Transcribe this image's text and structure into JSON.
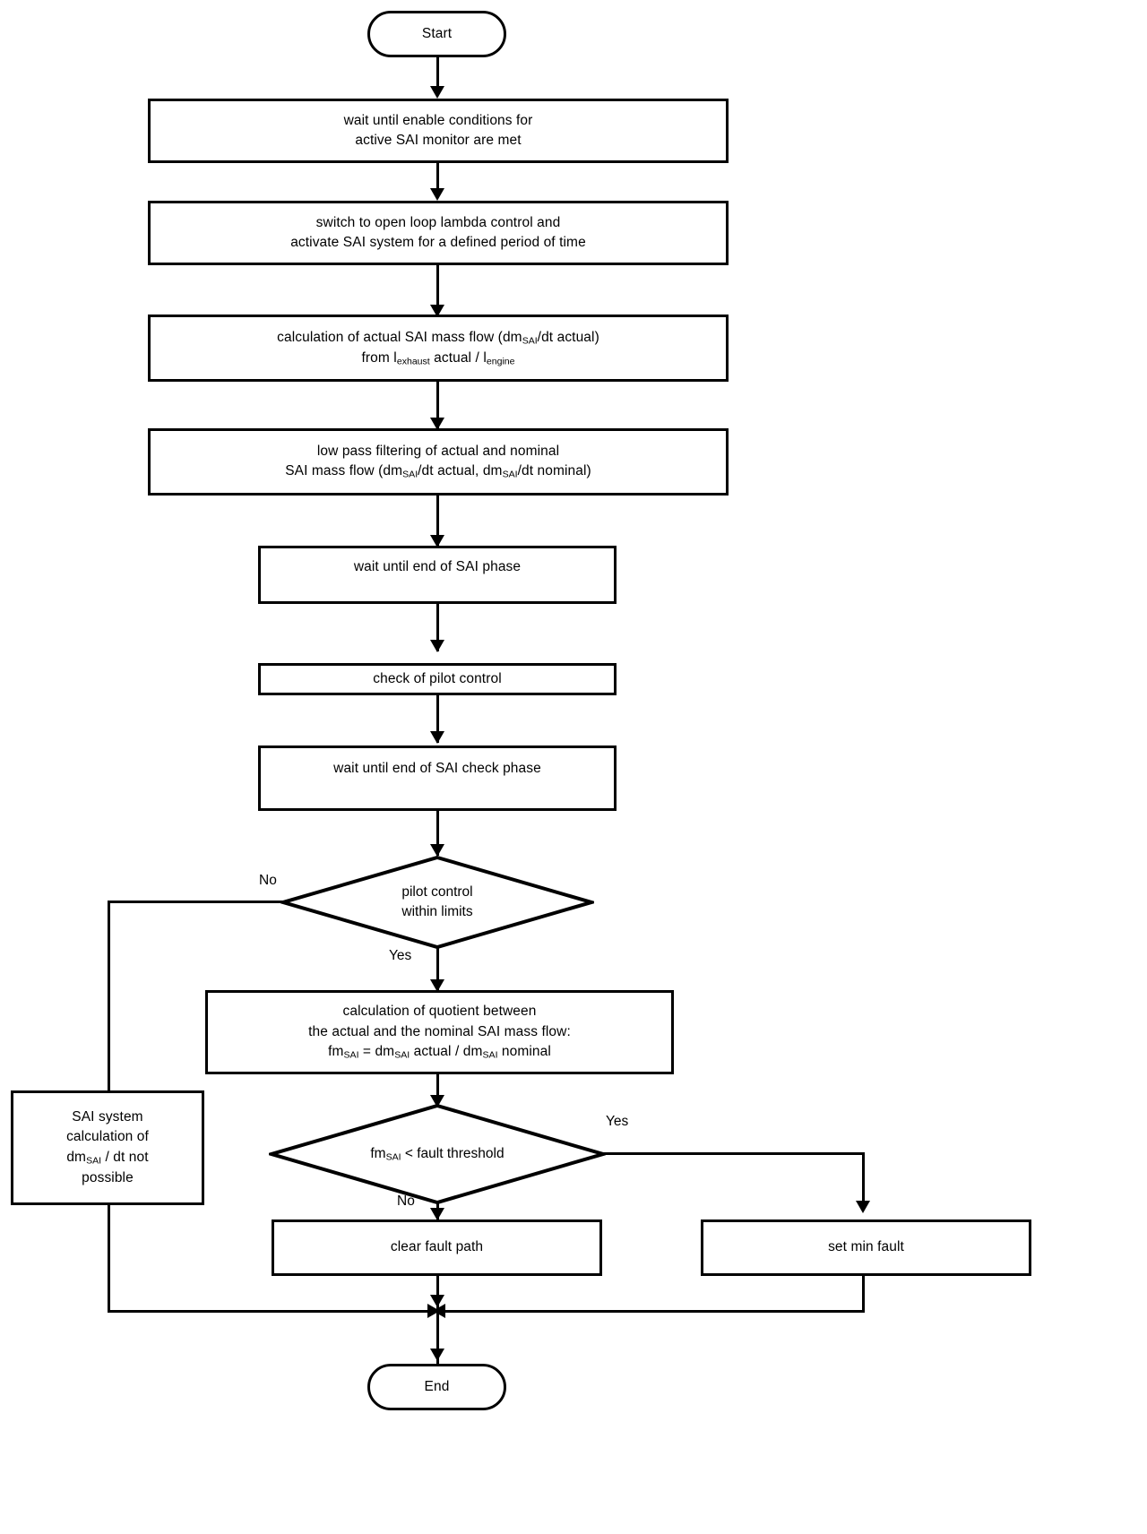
{
  "diagram": {
    "title": "SAI monitor flowchart",
    "stroke_color": "#000000",
    "background_color": "#ffffff",
    "nodes": {
      "start": {
        "label": "Start",
        "shape": "terminator"
      },
      "wait_enable": {
        "line1": "wait until enable conditions for",
        "line2": "active SAI monitor are met",
        "shape": "process"
      },
      "switch_open_loop": {
        "line1": "switch to open loop lambda control and",
        "line2": "activate SAI system for a defined period of time",
        "shape": "process"
      },
      "calc_actual": {
        "line1_a": "calculation of actual SAI mass flow (dm",
        "line1_sub": "SAI",
        "line1_b": "/dt actual)",
        "line2_a": "from l",
        "line2_sub1": "exhaust",
        "line2_b": " actual / l",
        "line2_sub2": "engine",
        "shape": "process"
      },
      "low_pass": {
        "line1": "low pass filtering of actual and nominal",
        "line2_a": "SAI mass flow (dm",
        "line2_sub1": "SAI",
        "line2_b": "/dt actual, dm",
        "line2_sub2": "SAI",
        "line2_c": "/dt nominal)",
        "shape": "process"
      },
      "wait_end_phase": {
        "label": "wait until end of SAI phase",
        "shape": "process"
      },
      "check_pilot": {
        "label": "check of pilot control",
        "shape": "process"
      },
      "wait_end_check": {
        "label": "wait until end of SAI check phase",
        "shape": "process"
      },
      "pilot_decision": {
        "line1": "pilot control",
        "line2": "within limits",
        "shape": "decision",
        "yes_label": "Yes",
        "no_label": "No"
      },
      "calc_quotient": {
        "line1": "calculation of quotient between",
        "line2": "the actual and the nominal SAI mass flow:",
        "line3_a": "fm",
        "line3_sub1": "SAI",
        "line3_b": " = dm",
        "line3_sub2": "SAI",
        "line3_c": " actual / dm",
        "line3_sub3": "SAI",
        "line3_d": " nominal",
        "shape": "process"
      },
      "sai_not_possible": {
        "line1": "SAI system",
        "line2": "calculation of",
        "line3_a": "dm",
        "line3_sub": "SAI",
        "line3_b": " / dt not",
        "line4": "possible",
        "shape": "process"
      },
      "fault_decision": {
        "text_a": "fm",
        "text_sub": "SAI",
        "text_b": " < fault threshold",
        "shape": "decision",
        "yes_label": "Yes",
        "no_label": "No"
      },
      "clear_fault": {
        "label": "clear fault path",
        "shape": "process"
      },
      "set_min_fault": {
        "label": "set min fault",
        "shape": "process"
      },
      "end": {
        "label": "End",
        "shape": "terminator"
      }
    }
  }
}
